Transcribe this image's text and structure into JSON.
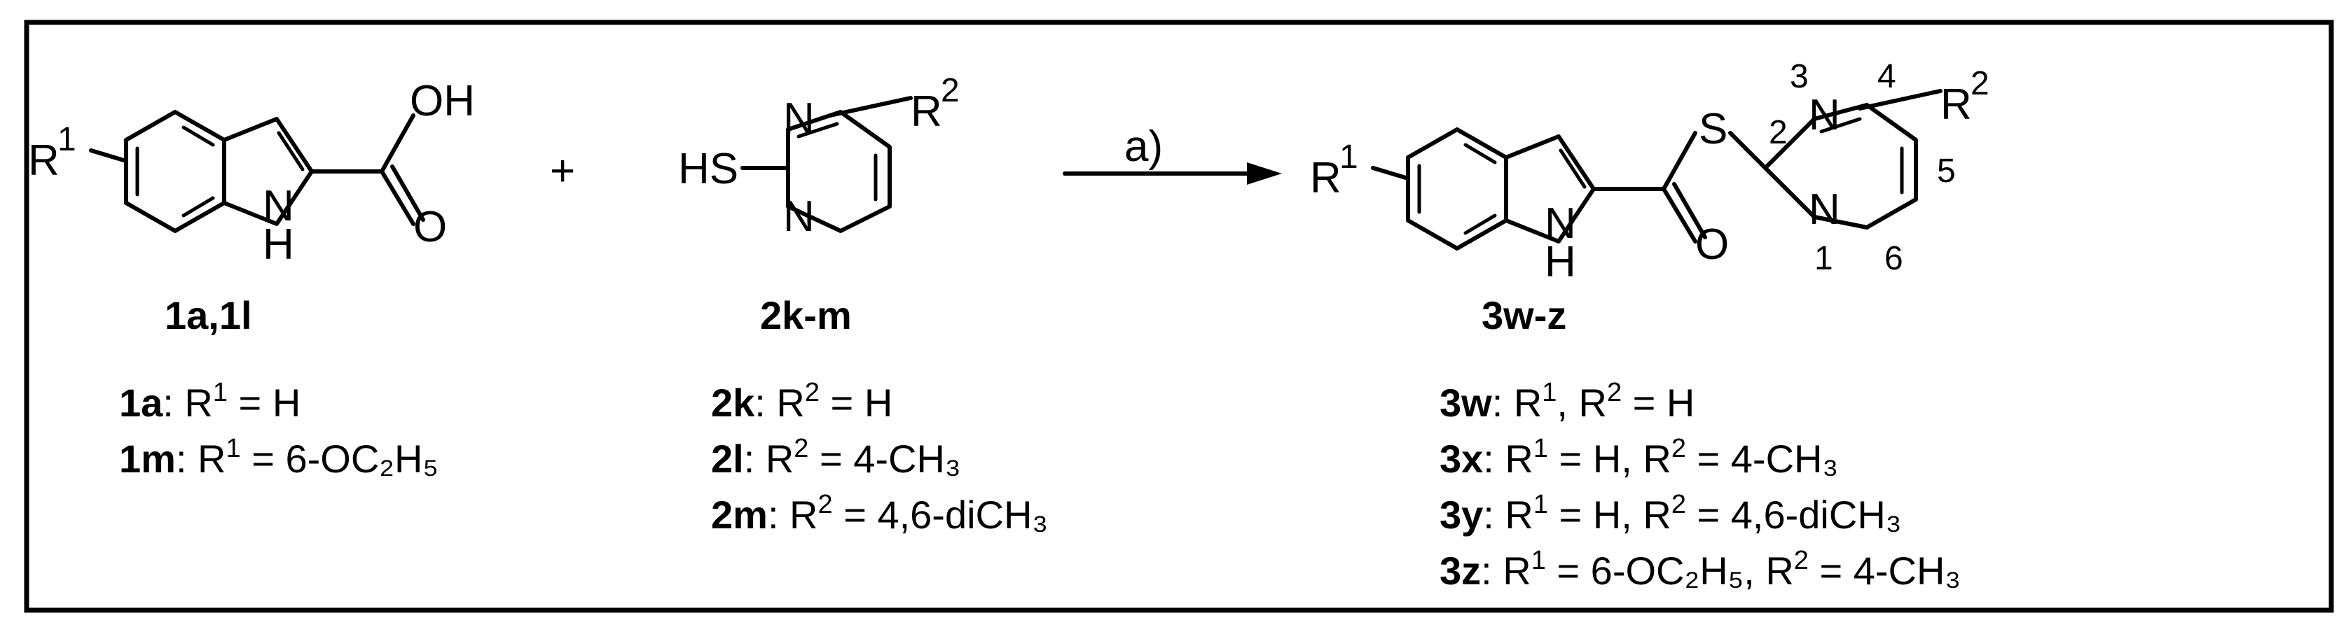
{
  "reagent_arrow_label": "a)",
  "plus_sign": "+",
  "atoms": {
    "R": "R",
    "one": "1",
    "two": "2",
    "OH": "OH",
    "O": "O",
    "N": "N",
    "H": "H",
    "HS": "HS",
    "S": "S"
  },
  "ring_numbers": {
    "n1": "1",
    "n2": "2",
    "n3": "3",
    "n4": "4",
    "n5": "5",
    "n6": "6"
  },
  "compounds": {
    "indole_acid": {
      "label": "1a,1l",
      "entries": [
        {
          "id": "1a",
          "sep": ": R",
          "sup": "1",
          "rest": " = H"
        },
        {
          "id": "1m",
          "sep": ": R",
          "sup": "1",
          "rest": " = 6-OC₂H₅"
        }
      ]
    },
    "thiopyrimidine": {
      "label": "2k-m",
      "entries": [
        {
          "id": "2k",
          "sep": ": R",
          "sup": "2",
          "rest": " = H"
        },
        {
          "id": "2l",
          "sep": ": R",
          "sup": "2",
          "rest": " = 4-CH₃"
        },
        {
          "id": "2m",
          "sep": ": R",
          "sup": "2",
          "rest": " = 4,6-diCH₃"
        }
      ]
    },
    "thioester": {
      "label": "3w-z",
      "entries": [
        {
          "id": "3w",
          "sep": ": R",
          "sup": "1",
          "rest": ", R",
          "sup2": "2",
          "rest2": " = H"
        },
        {
          "id": "3x",
          "sep": ": R",
          "sup": "1",
          "rest": " = H, R",
          "sup2": "2",
          "rest2": " = 4-CH₃"
        },
        {
          "id": "3y",
          "sep": ": R",
          "sup": "1",
          "rest": " = H,  R",
          "sup2": "2",
          "rest2": " = 4,6-diCH₃"
        },
        {
          "id": "3z",
          "sep": ": R",
          "sup": "1",
          "rest": " = 6-OC₂H₅, R",
          "sup2": "2",
          "rest2": " = 4-CH₃"
        }
      ]
    }
  }
}
